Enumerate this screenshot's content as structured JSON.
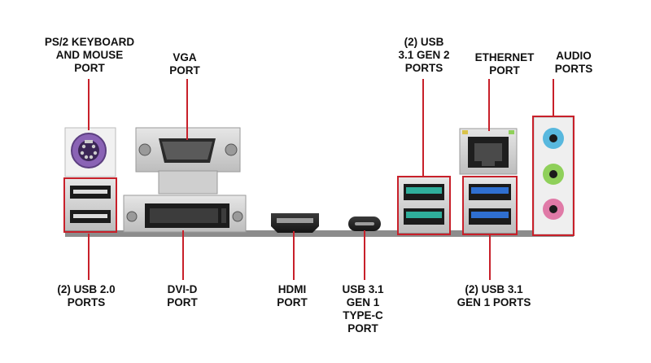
{
  "labels": {
    "ps2": "PS/2 KEYBOARD\nAND MOUSE\nPORT",
    "vga": "VGA\nPORT",
    "usb31gen2": "(2) USB\n3.1 GEN 2\nPORTS",
    "ethernet": "ETHERNET\nPORT",
    "audio": "AUDIO\nPORTS",
    "usb20": "(2) USB 2.0\nPORTS",
    "dvid": "DVI-D\nPORT",
    "hdmi": "HDMI\nPORT",
    "typec": "USB 3.1\nGEN 1\nTYPE-C\nPORT",
    "usb31gen1": "(2) USB 3.1\nGEN 1 PORTS"
  },
  "colors": {
    "leader": "#c8202a",
    "ps2_port": "#8a63b5",
    "usb31_gen2": "#2fae9b",
    "usb31_gen1": "#2f6fd0",
    "audio_line_in": "#58b8de",
    "audio_line_out": "#8fd05a",
    "audio_mic": "#e07aa7"
  }
}
